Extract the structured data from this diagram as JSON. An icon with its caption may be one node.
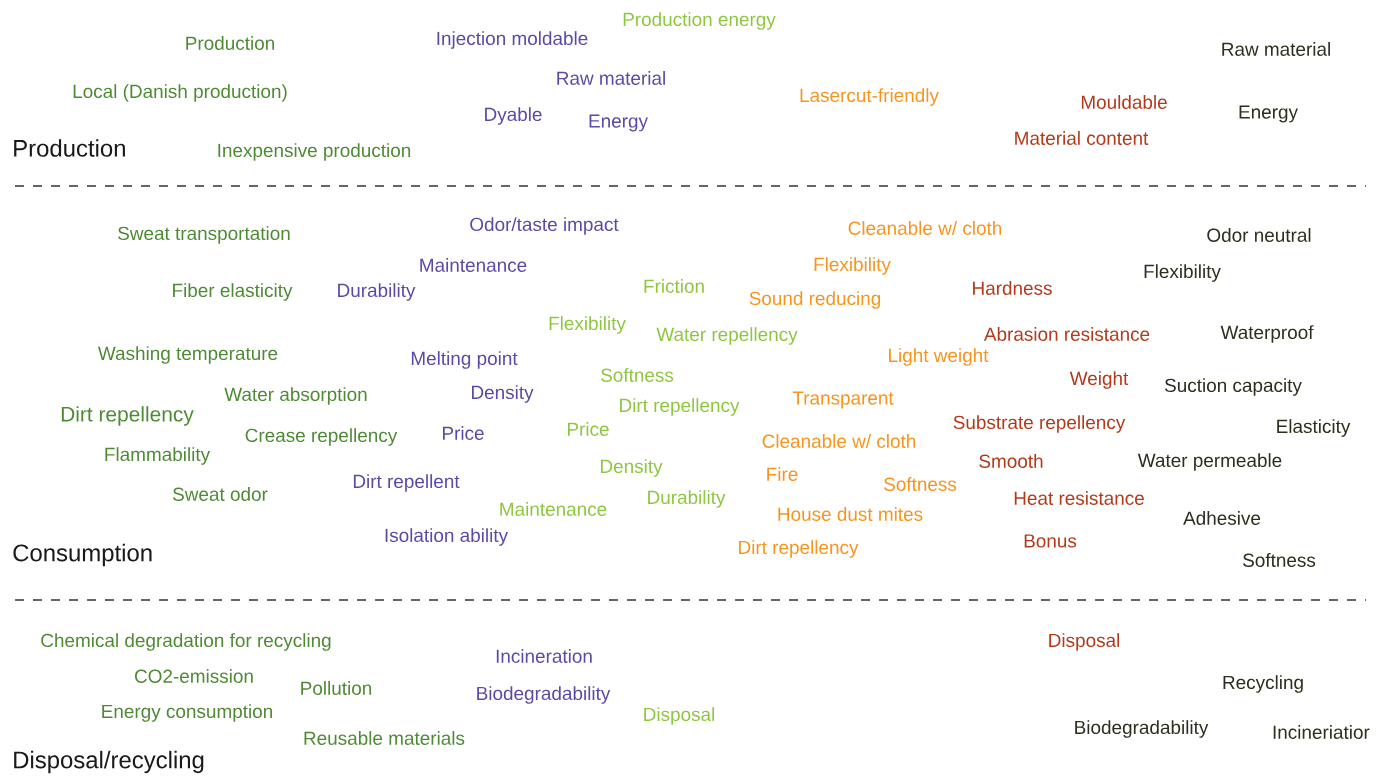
{
  "diagram": {
    "labels": [
      "Production energy",
      "Injection moldable",
      "Production",
      "Raw material",
      "Raw material",
      "Local (Danish production)",
      "Lasercut-friendly",
      "Mouldable",
      "Energy",
      "Dyable",
      "Energy",
      "Material content",
      "Production",
      "Inexpensive production",
      "Odor/taste impact",
      "Cleanable w/ cloth",
      "Sweat transportation",
      "Odor neutral",
      "Maintenance",
      "Flexibility",
      "Flexibility",
      "Friction",
      "Fiber elasticity",
      "Durability",
      "Hardness",
      "Sound reducing",
      "Flexibility",
      "Water repellency",
      "Abrasion resistance",
      "Waterproof",
      "Washing temperature",
      "Light weight",
      "Melting point",
      "Softness",
      "Weight",
      "Suction capacity",
      "Density",
      "Water absorption",
      "Transparent",
      "Dirt repellency",
      "Dirt repellency",
      "Substrate repellency",
      "Elasticity",
      "Price",
      "Price",
      "Crease repellency",
      "Cleanable w/ cloth",
      "Flammability",
      "Smooth",
      "Water permeable",
      "Density",
      "Fire",
      "Softness",
      "Dirt repellent",
      "Sweat odor",
      "Heat resistance",
      "Durability",
      "Maintenance",
      "House dust mites",
      "Adhesive",
      "Isolation ability",
      "Bonus",
      "Dirt repellency",
      "Consumption",
      "Softness",
      "Chemical degradation for recycling",
      "Disposal",
      "Incineration",
      "CO2-emission",
      "Recycling",
      "Pollution",
      "Biodegradability",
      "Energy consumption",
      "Disposal",
      "Biodegradability",
      "Incineriatior",
      "Reusable materials",
      "Disposal/recycling"
    ]
  }
}
